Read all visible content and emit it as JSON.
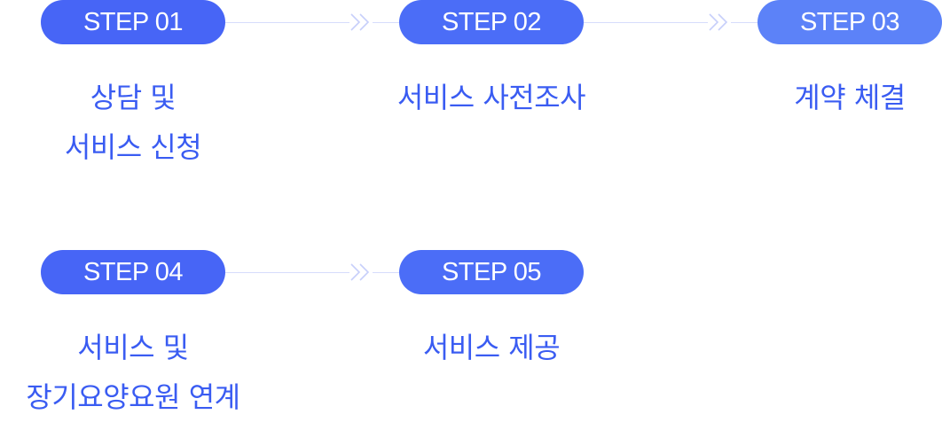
{
  "steps": [
    {
      "pill": "STEP 01",
      "line1": "상담 및",
      "line2": "서비스 신청"
    },
    {
      "pill": "STEP 02",
      "line1": "서비스 사전조사",
      "line2": ""
    },
    {
      "pill": "STEP 03",
      "line1": "계약 체결",
      "line2": ""
    },
    {
      "pill": "STEP 04",
      "line1": "서비스 및",
      "line2": "장기요양요원 연계"
    },
    {
      "pill": "STEP 05",
      "line1": "서비스 제공",
      "line2": ""
    }
  ],
  "colors": {
    "pill_primary": "#4765f6",
    "pill_mid": "#4b6df7",
    "pill_light": "#5c82f8",
    "label_text": "#3a5cf2",
    "connector": "#d6dcfb",
    "arrow": "#c7cffa"
  },
  "icons": {
    "connector_arrow": "double-chevron-right-icon"
  }
}
